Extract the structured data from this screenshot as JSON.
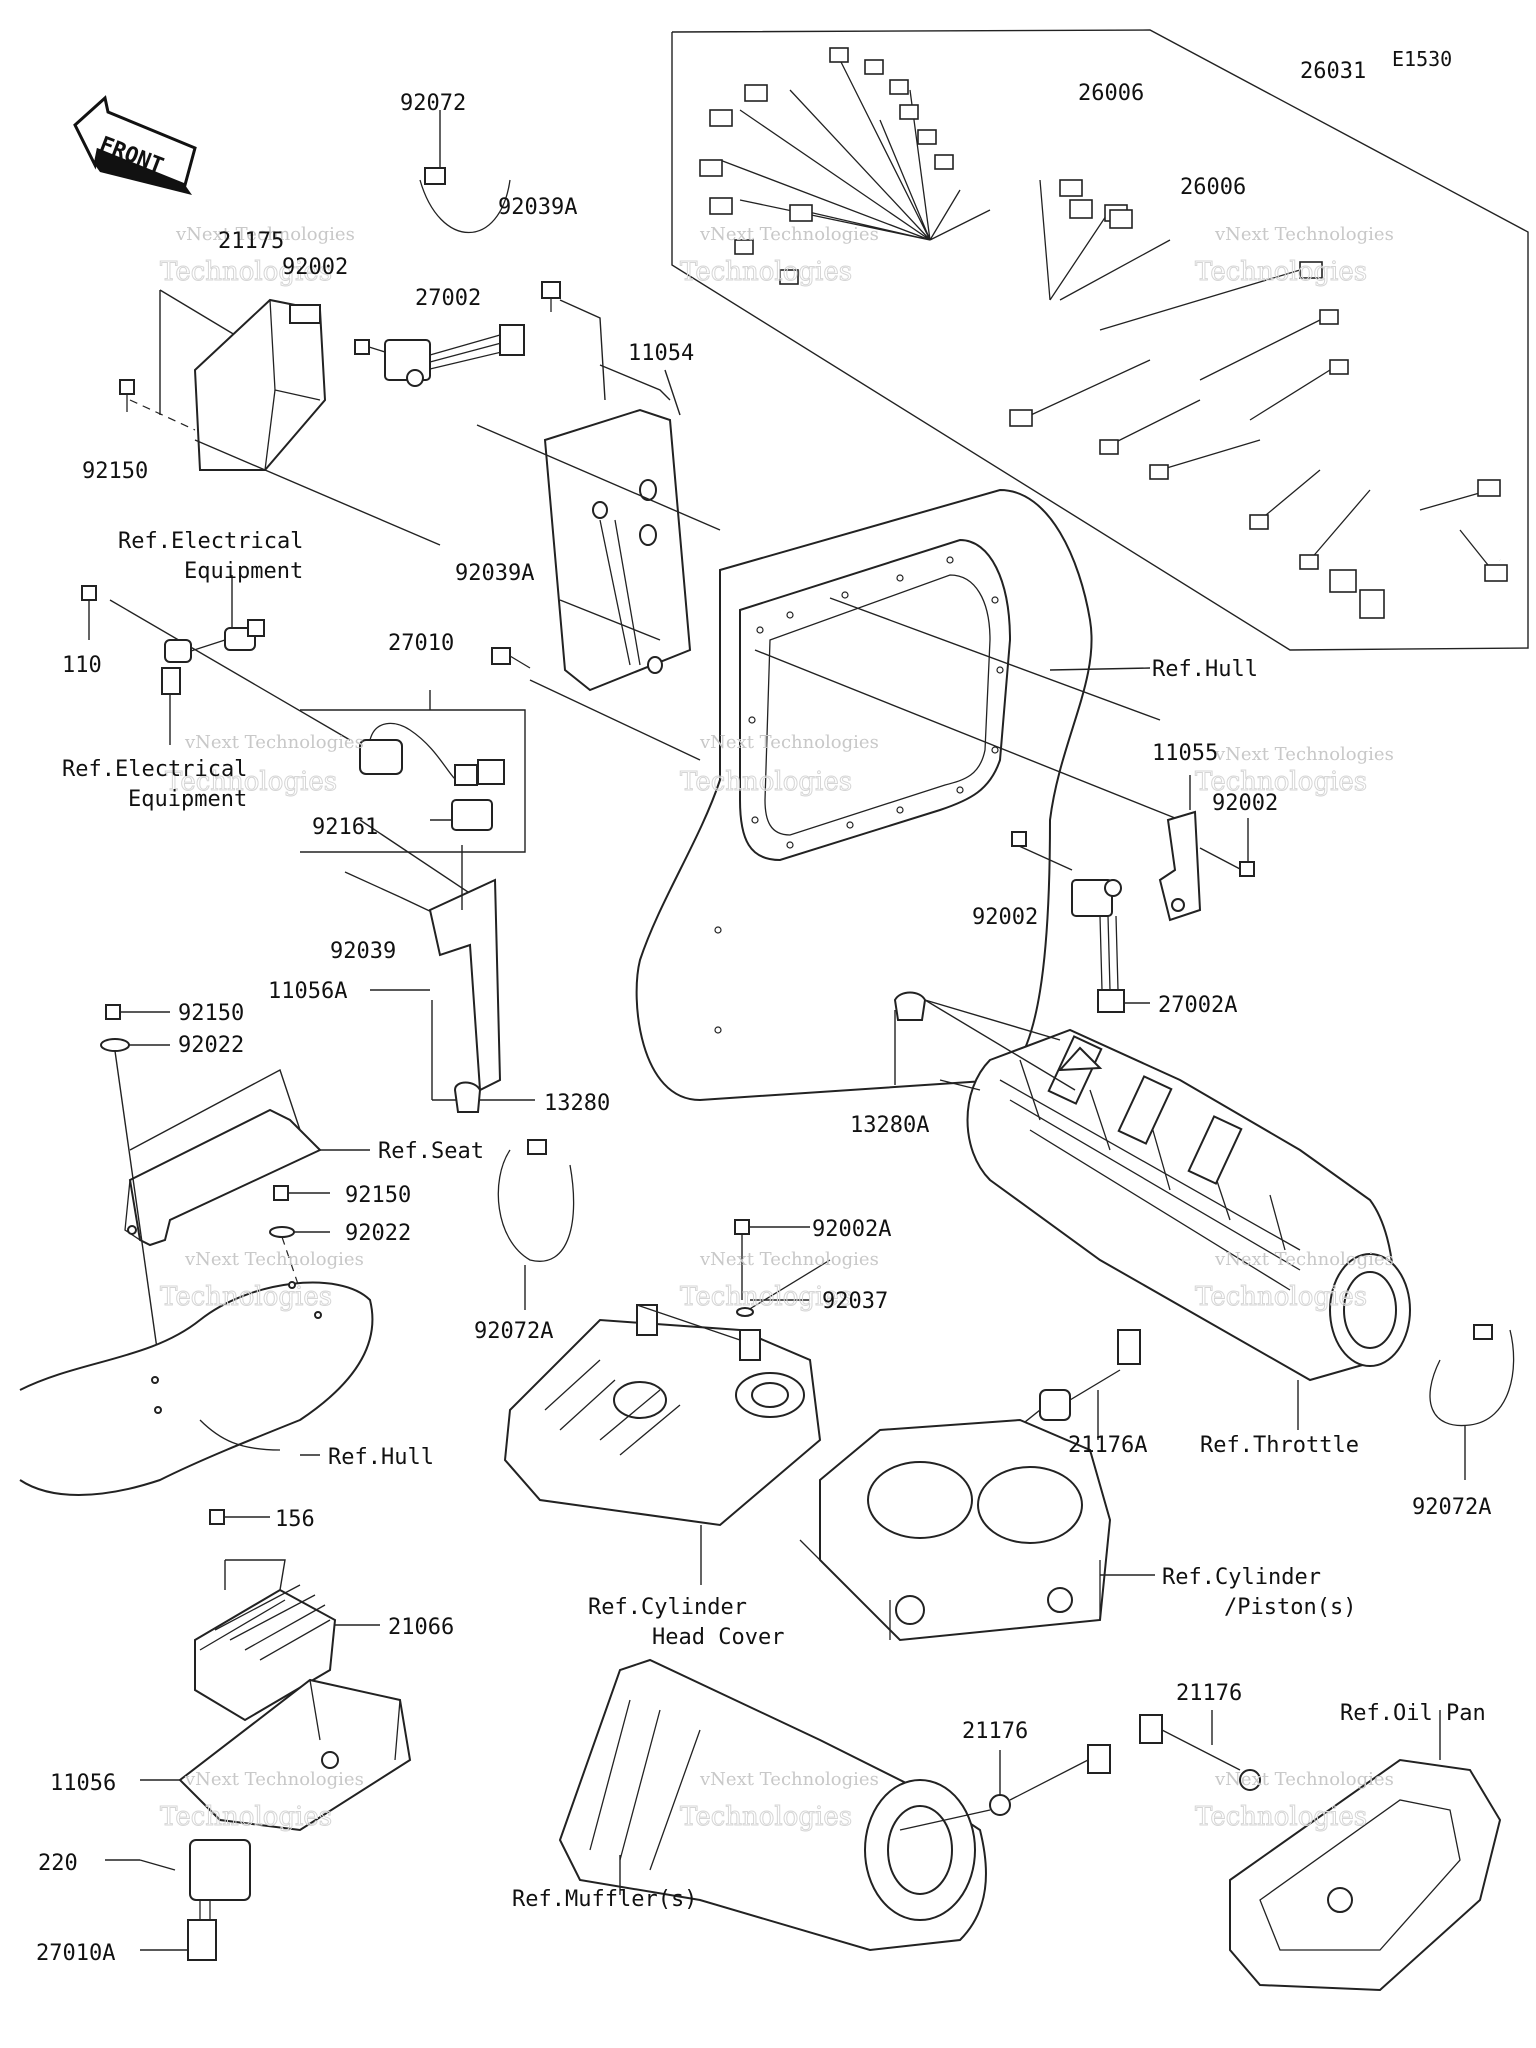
{
  "diagram_id": "E1530",
  "front_arrow": {
    "label": "FRONT"
  },
  "watermark": {
    "line1": "vNext Technologies",
    "line2": "vNext",
    "line3": "Technologies"
  },
  "labels": {
    "p92072": "92072",
    "p21175": "21175",
    "p92039A_top": "92039A",
    "p92002_top": "92002",
    "p27002": "27002",
    "p11054": "11054",
    "p92150_top": "92150",
    "p26006_a": "26006",
    "p26006_b": "26006",
    "p26031": "26031",
    "ref_elec_1_line1": "Ref.Electrical",
    "ref_elec_1_line2": "Equipment",
    "p92039A_mid": "92039A",
    "p110": "110",
    "p27010": "27010",
    "ref_hull_top": "Ref.Hull",
    "ref_elec_2_line1": "Ref.Electrical",
    "ref_elec_2_line2": "Equipment",
    "p92161": "92161",
    "p11055": "11055",
    "p92002_right": "92002",
    "p92002_mid": "92002",
    "p92039": "92039",
    "p11056A": "11056A",
    "p27002A": "27002A",
    "p92150_mid": "92150",
    "p92022_top": "92022",
    "p13280": "13280",
    "p13280A": "13280A",
    "ref_seat": "Ref.Seat",
    "p92150_low": "92150",
    "p92022_low": "92022",
    "p92002A": "92002A",
    "p92037": "92037",
    "p92072A_left": "92072A",
    "ref_hull_low": "Ref.Hull",
    "p21176A": "21176A",
    "ref_throttle": "Ref.Throttle",
    "p92072A_right": "92072A",
    "p156": "156",
    "ref_cyl_head_line1": "Ref.Cylinder",
    "ref_cyl_head_line2": "Head Cover",
    "ref_cyl_piston_line1": "Ref.Cylinder",
    "ref_cyl_piston_line2": "/Piston(s)",
    "p21066": "21066",
    "p21176_a": "21176",
    "p21176_b": "21176",
    "ref_oil_pan": "Ref.Oil Pan",
    "p11056": "11056",
    "p220": "220",
    "p27010A": "27010A",
    "ref_muffler": "Ref.Muffler(s)"
  }
}
